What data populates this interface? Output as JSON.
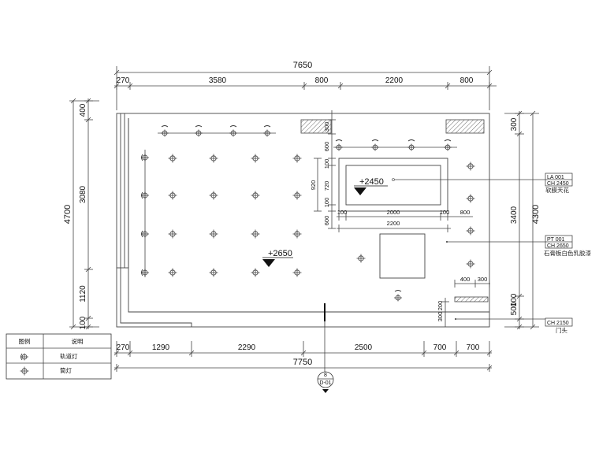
{
  "dimensions": {
    "top_total": "7650",
    "top_segments": [
      "270",
      "3580",
      "800",
      "2200",
      "800"
    ],
    "bottom_segments": [
      "270",
      "1290",
      "2290",
      "2500",
      "700",
      "700"
    ],
    "bottom_total": "7750",
    "left_total": "4700",
    "left_segments": [
      "400",
      "3080",
      "1120",
      "100"
    ],
    "right_total": "4300",
    "right_segments": [
      "300",
      "3400",
      "500",
      "100"
    ],
    "inner_top_300": "300",
    "inner_left": [
      "600",
      "100",
      "720",
      "100",
      "600"
    ],
    "inner_920": "920",
    "inner_bottom": [
      "100",
      "2000",
      "100",
      "800"
    ],
    "inner_2200": "2200",
    "lower_right": [
      "400",
      "300"
    ],
    "lower_vertical": [
      "300",
      "200"
    ]
  },
  "levels": {
    "main": "+2650",
    "recess": "+2450"
  },
  "tags": [
    {
      "code": "LA  001",
      "height": "CH 2450",
      "note": "软膜天花"
    },
    {
      "code": "PT  001",
      "height": "CH 2650",
      "note": "石膏板白色乳胶漆"
    },
    {
      "code": "",
      "height": "CH 2150",
      "note": "门头"
    }
  ],
  "section_marker": {
    "number": "8",
    "sheet": "D-01"
  },
  "legend": {
    "header_symbol": "图例",
    "header_desc": "说明",
    "rows": [
      {
        "icon": "track-light-icon",
        "label": "轨道灯"
      },
      {
        "icon": "downlight-icon",
        "label": "筒灯"
      }
    ]
  }
}
